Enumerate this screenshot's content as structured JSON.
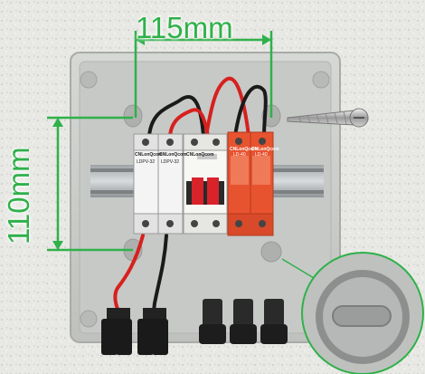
{
  "dimensions": {
    "width_label": "115mm",
    "height_label": "110mm"
  },
  "devices": [
    {
      "brand": "CNLonQcom",
      "model": "LDPV-32"
    },
    {
      "brand": "CNLonQcom",
      "model": "LDPV-32"
    },
    {
      "brand": "CNLonQcom",
      "model": ""
    },
    {
      "brand": "CNLonQcom",
      "model": "LD-40"
    },
    {
      "brand": "CNLonQcom",
      "model": "LD-40"
    }
  ],
  "colors": {
    "dimension_line": "#2fb14a",
    "surge_protector": "#e8532f",
    "breaker_handle": "#d8232a",
    "enclosure": "#c9cbc9",
    "wall": "#e6e6e2"
  }
}
